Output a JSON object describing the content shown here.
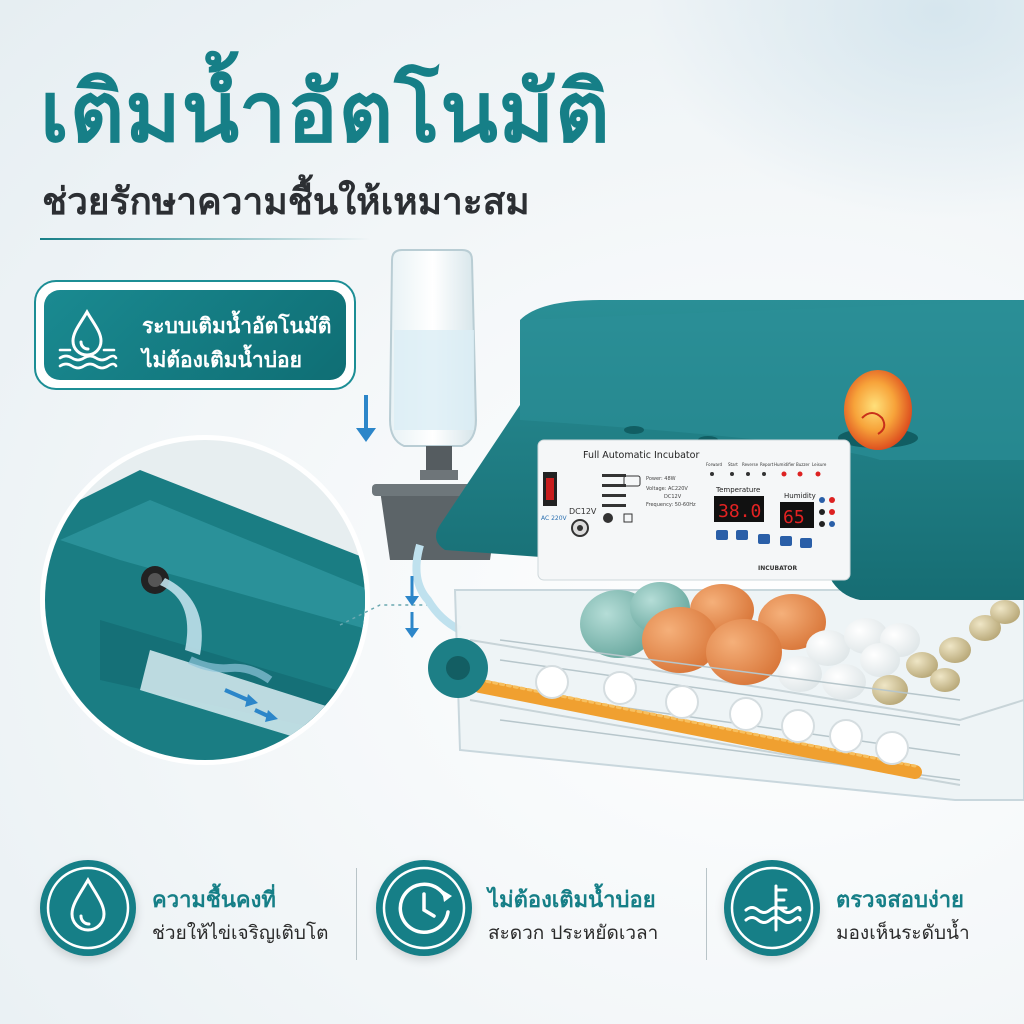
{
  "headline": "เติมน้ำอัตโนมัติ",
  "subheadline": "ช่วยรักษาความชื้นให้เหมาะสม",
  "badge": {
    "line1": "ระบบเติมน้ำอัตโนมัติ",
    "line2": "ไม่ต้องเติมน้ำบ่อย",
    "icon": "water-drop-waves-icon"
  },
  "panel": {
    "title": "Full Automatic Incubator",
    "power": "Power: 48W",
    "voltage": "Voltage: AC220V",
    "dc": "DC12V",
    "frequency": "Frequency: 50-60Hz",
    "ac_label": "AC 220V",
    "dc_port": "DC12V",
    "temperature_label": "Temperature",
    "temperature_value": "38.0",
    "humidity_label": "Humidity",
    "humidity_value": "65",
    "brand": "INCUBATOR",
    "buttons": [
      "Forward",
      "Start",
      "Reverse",
      "Report",
      "Humidifier",
      "Buzzer",
      "Leisure"
    ]
  },
  "features": [
    {
      "icon": "water-drop-icon",
      "title": "ความชื้นคงที่",
      "subtitle": "ช่วยให้ไข่เจริญเติบโต"
    },
    {
      "icon": "clock-icon",
      "title": "ไม่ต้องเติมน้ำบ่อย",
      "subtitle": "สะดวก ประหยัดเวลา"
    },
    {
      "icon": "water-level-icon",
      "title": "ตรวจสอบง่าย",
      "subtitle": "มองเห็นระดับน้ำ"
    }
  ],
  "colors": {
    "brand": "#167f87",
    "lid": "#1d7f86",
    "display": "#e32222",
    "egg_brown": "#e0894a",
    "egg_blue": "#7fbcb3",
    "roller": "#f0a030"
  }
}
